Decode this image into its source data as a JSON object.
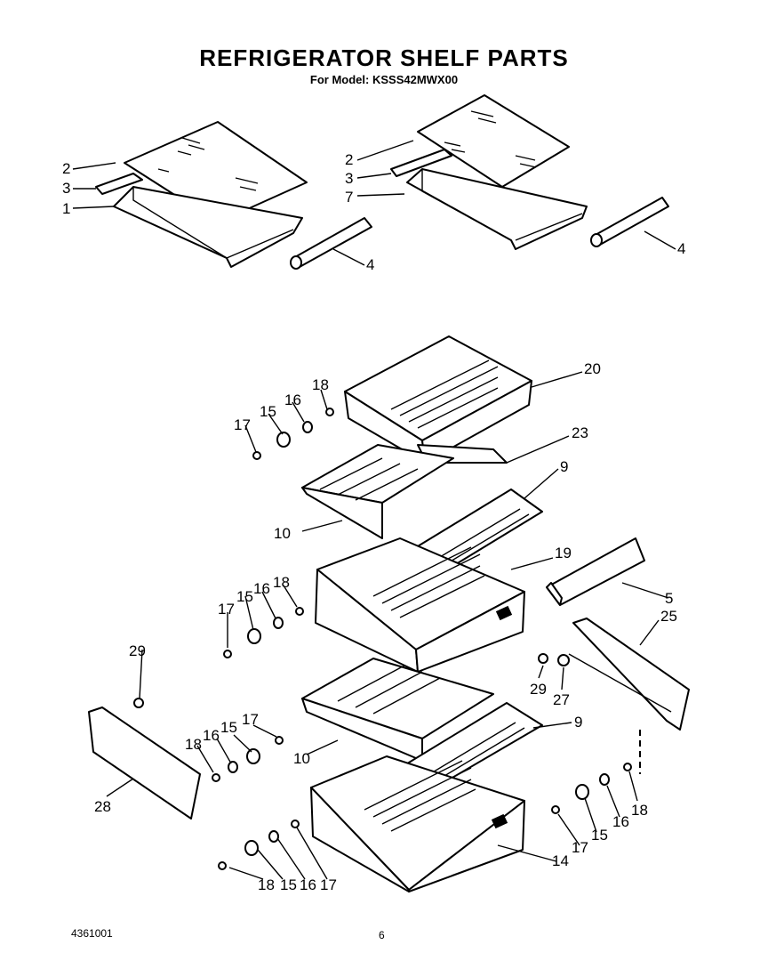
{
  "header": {
    "title": "REFRIGERATOR SHELF PARTS",
    "model": "For Model: KSSS42MWX00"
  },
  "footer": {
    "doc_number": "4361001",
    "page_number": "6"
  },
  "callouts": [
    "1",
    "2",
    "2",
    "3",
    "3",
    "4",
    "4",
    "5",
    "7",
    "9",
    "9",
    "10",
    "10",
    "14",
    "15",
    "15",
    "15",
    "15",
    "15",
    "16",
    "16",
    "16",
    "16",
    "16",
    "17",
    "17",
    "17",
    "17",
    "17",
    "18",
    "18",
    "18",
    "18",
    "18",
    "19",
    "20",
    "23",
    "25",
    "27",
    "28",
    "29",
    "29"
  ]
}
